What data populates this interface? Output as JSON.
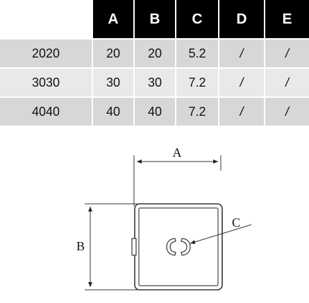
{
  "table": {
    "headers": [
      "",
      "A",
      "B",
      "C",
      "D",
      "E"
    ],
    "rows": [
      [
        "2020",
        "20",
        "20",
        "5.2",
        "/",
        "/"
      ],
      [
        "3030",
        "30",
        "30",
        "7.2",
        "/",
        "/"
      ],
      [
        "4040",
        "40",
        "40",
        "7.2",
        "/",
        "/"
      ]
    ]
  },
  "drawing": {
    "label_a": "A",
    "label_b": "B",
    "label_c": "C"
  }
}
